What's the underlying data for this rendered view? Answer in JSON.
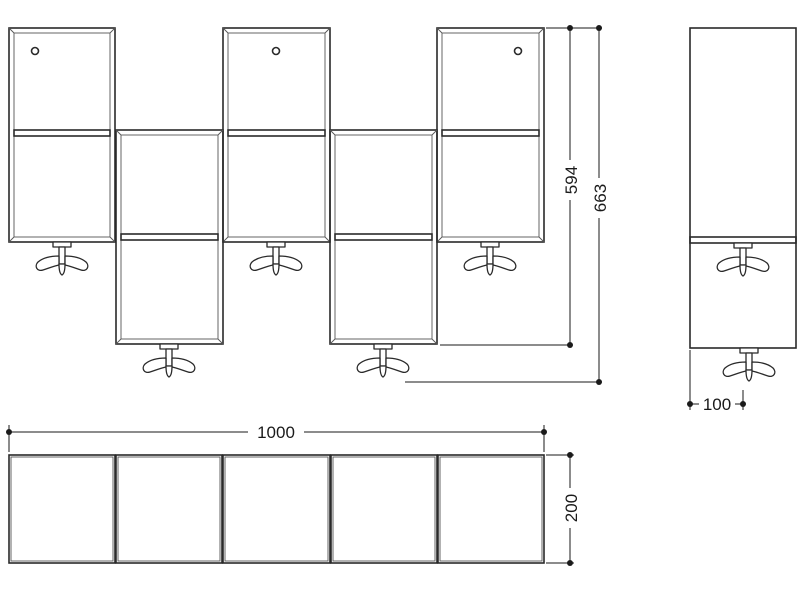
{
  "dimensions": {
    "total_width": "1000",
    "depth": "200",
    "upper_module_height": "594",
    "total_height": "663",
    "side_depth": "100"
  }
}
